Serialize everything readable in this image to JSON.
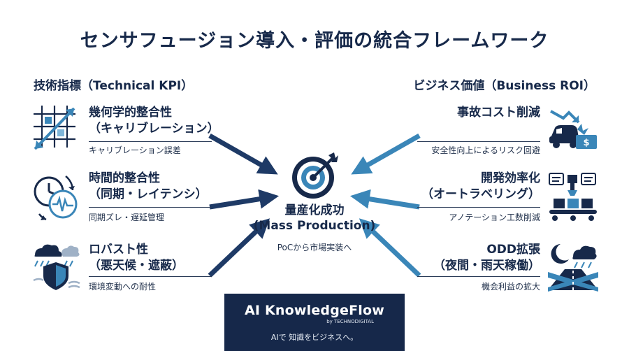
{
  "title": "センサフュージョン導入・評価の統合フレームワーク",
  "left_header": "技術指標（Technical KPI）",
  "right_header": "ビジネス価値（Business ROI）",
  "left_items": [
    {
      "title_line1": "幾何学的整合性",
      "title_line2": "（キャリブレーション）",
      "subtitle": "キャリブレーション誤差",
      "icon": "grid-calibration-icon"
    },
    {
      "title_line1": "時間的整合性",
      "title_line2": "（同期・レイテンシ）",
      "subtitle": "同期ズレ・遅延管理",
      "icon": "clock-waveform-icon"
    },
    {
      "title_line1": "ロバスト性",
      "title_line2": "（悪天候・遮蔽）",
      "subtitle": "環境変動への耐性",
      "icon": "weather-shield-icon"
    }
  ],
  "right_items": [
    {
      "title_line1": "事故コスト削減",
      "title_line2": "",
      "subtitle": "安全性向上によるリスク回避",
      "icon": "car-crash-cost-icon"
    },
    {
      "title_line1": "開発効率化",
      "title_line2": "（オートラベリング）",
      "subtitle": "アノテーション工数削減",
      "icon": "conveyor-labeling-icon"
    },
    {
      "title_line1": "ODD拡張",
      "title_line2": "（夜間・雨天稼働）",
      "subtitle": "機会利益の拡大",
      "icon": "night-rain-road-icon"
    }
  ],
  "center": {
    "title_line1": "量産化成功",
    "title_line2": "(Mass Production)",
    "subtitle": "PoCから市場実装へ",
    "icon": "target-bullseye-icon"
  },
  "footer": {
    "brand": "AI KnowledgeFlow",
    "by": "by TECHNODIGITAL",
    "tagline": "AIで 知識をビジネスへ。"
  },
  "colors": {
    "navy": "#17294a",
    "blue": "#3a86b8",
    "light_blue": "#7fb6d9",
    "footer_bg": "#16284a"
  }
}
